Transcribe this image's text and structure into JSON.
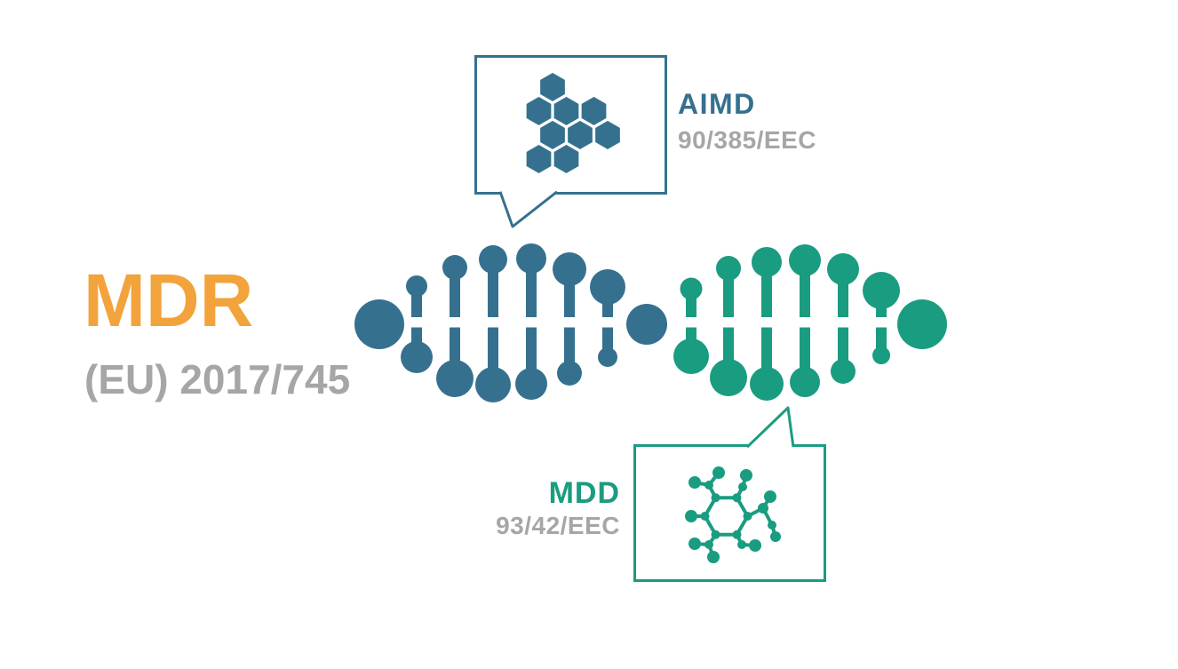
{
  "colors": {
    "mdr_orange": "#F2A33C",
    "aimd_blue": "#35718F",
    "mdd_green": "#1A9C80",
    "secondary_gray": "#A6A6A6",
    "background": "#FFFFFF"
  },
  "title": {
    "acronym": "MDR",
    "regulation_number": "(EU) 2017/745"
  },
  "callouts": {
    "aimd": {
      "acronym": "AIMD",
      "directive_number": "90/385/EEC",
      "icon": "hexagon-cluster-icon",
      "color": "#35718F"
    },
    "mdd": {
      "acronym": "MDD",
      "directive_number": "93/42/EEC",
      "icon": "molecule-icon",
      "color": "#1A9C80"
    }
  }
}
